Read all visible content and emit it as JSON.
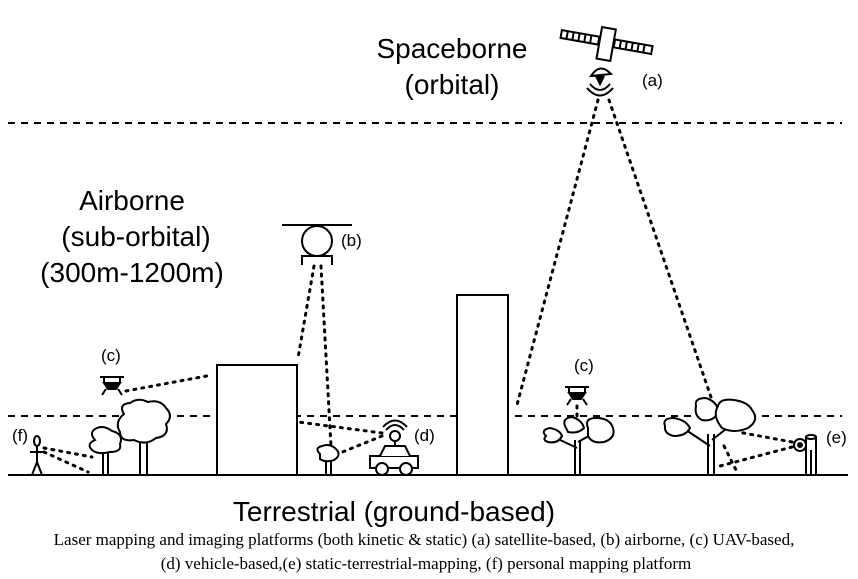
{
  "tiers": {
    "spaceborne": {
      "line1": "Spaceborne",
      "line2": "(orbital)"
    },
    "airborne": {
      "line1": "Airborne",
      "line2": "(sub-orbital)",
      "line3": "(300m-1200m)"
    },
    "terrestrial": {
      "line1": "Terrestrial (ground-based)"
    }
  },
  "platform_labels": {
    "a": "(a)",
    "b": "(b)",
    "c_left": "(c)",
    "c_right": "(c)",
    "d": "(d)",
    "e": "(e)",
    "f": "(f)"
  },
  "caption": {
    "line1": "Laser mapping and imaging platforms (both kinetic & static) (a) satellite-based, (b) airborne, (c) UAV-based,",
    "line2": "(d) vehicle-based,(e) static-terrestrial-mapping, (f) personal mapping platform"
  },
  "colors": {
    "ink": "#000000",
    "background": "#ffffff"
  },
  "icons": [
    "satellite-icon",
    "helicopter-icon",
    "drone-icon",
    "car-icon",
    "tree-icon",
    "building-icon",
    "person-icon",
    "tripod-scanner-icon"
  ]
}
